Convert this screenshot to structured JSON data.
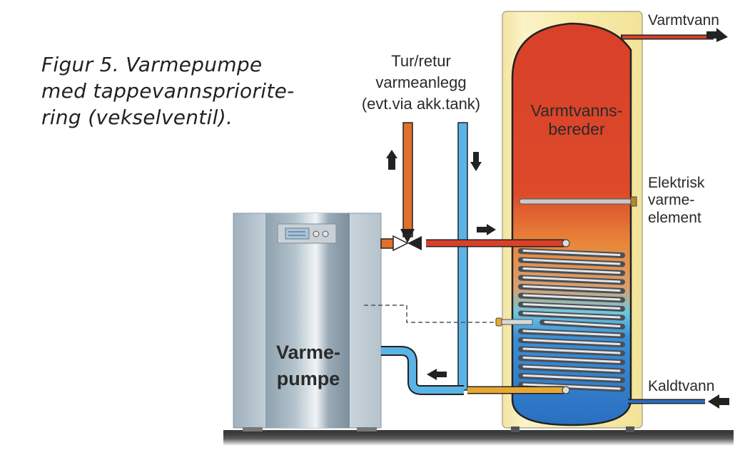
{
  "figure": {
    "caption_lines": [
      "Figur 5. Varmepumpe",
      "med tappevannsprioritе-",
      "ring (vekselventil)."
    ]
  },
  "labels": {
    "circuit_line1": "Tur/retur",
    "circuit_line2": "varmeanlegg",
    "circuit_line3": "(evt.via akk.tank)",
    "hot_water": "Varmtvann",
    "tank_line1": "Varmtvanns-",
    "tank_line2": "bereder",
    "element_line1": "Elektrisk",
    "element_line2": "varme-",
    "element_line3": "element",
    "cold_water": "Kaldtvann",
    "pump_line1": "Varme-",
    "pump_line2": "pumpe"
  },
  "colors": {
    "hot_red": "#d9402a",
    "flow_orange": "#e0702a",
    "return_blue": "#5ab4e6",
    "cold_blue": "#2a6fc0",
    "mantle_yellow": "#f7ecaa",
    "warm_orange": "#e8873a",
    "sensor_yellow": "#e8a830"
  }
}
